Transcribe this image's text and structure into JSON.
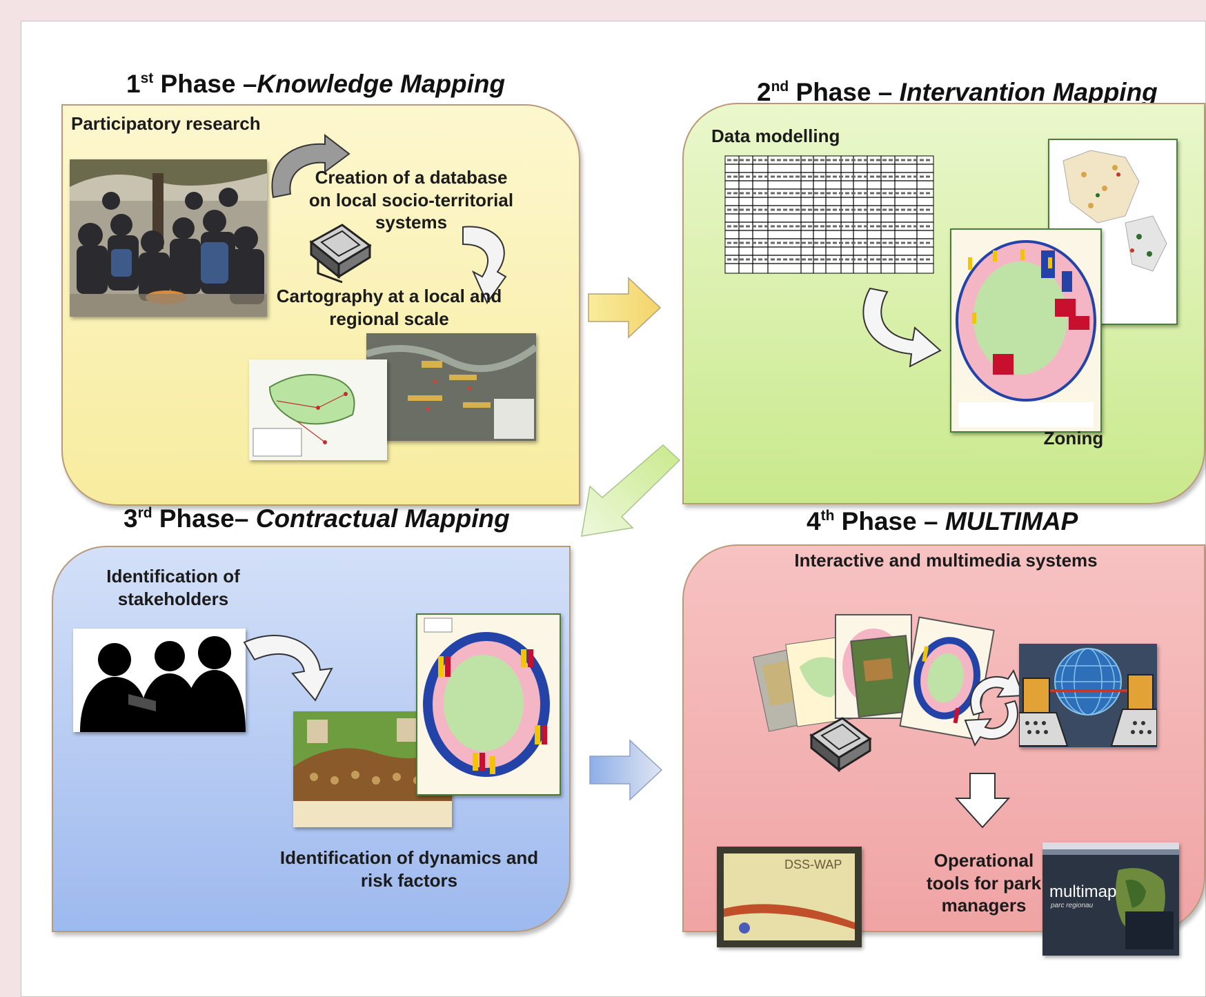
{
  "phases": [
    {
      "num": "1",
      "sup": "st",
      "sep": " Phase –",
      "name": "Knowledge Mapping"
    },
    {
      "num": "2",
      "sup": "nd",
      "sep": " Phase – ",
      "name": "Intervantion Mapping"
    },
    {
      "num": "3",
      "sup": "rd",
      "sep": " Phase– ",
      "name": "Contractual Mapping"
    },
    {
      "num": "4",
      "sup": "th",
      "sep": " Phase – ",
      "name": "MULTIMAP"
    }
  ],
  "phase1": {
    "participatory": "Participatory research",
    "database": "Creation of a database on local socio-territorial systems",
    "cartography": "Cartography at a local and regional scale"
  },
  "phase2": {
    "data_modelling": "Data modelling",
    "zoning": "Zoning"
  },
  "phase3": {
    "stakeholders": "Identification of stakeholders",
    "dynamics": "Identification of dynamics and risk factors"
  },
  "phase4": {
    "interactive": "Interactive and multimedia systems",
    "operational": "Operational tools for park managers",
    "dss_title": "DSS-WAP",
    "multimap_logo": "multimap",
    "multimap_sub": "parc regionau"
  },
  "colors": {
    "phase1_bg": "#fbf3b8",
    "phase2_bg": "#d9f1a8",
    "phase3_bg": "#b6ccf4",
    "phase4_bg": "#f6b0b0"
  }
}
